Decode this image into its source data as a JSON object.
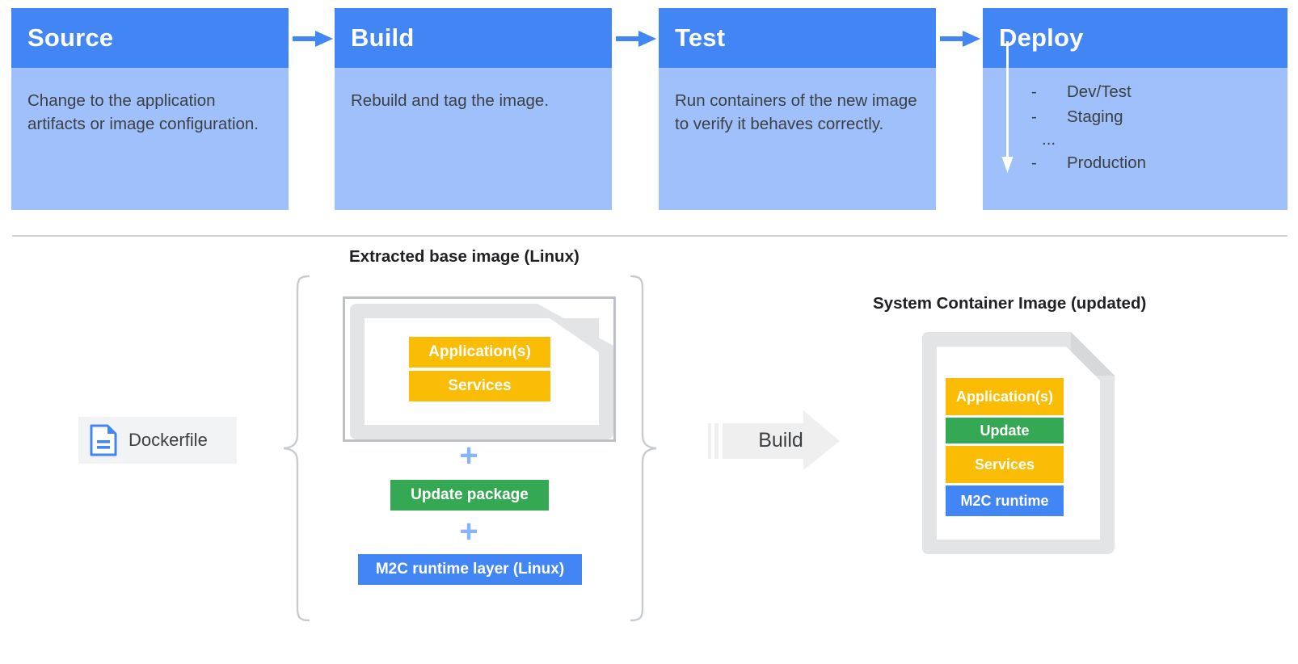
{
  "pipeline": {
    "arrow_icon": "arrow-right-icon",
    "stages": [
      {
        "title": "Source",
        "text": "Change to the application artifacts or image configuration."
      },
      {
        "title": "Build",
        "text": "Rebuild and tag the image."
      },
      {
        "title": "Test",
        "text": "Run containers of the new image to verify it behaves correctly."
      },
      {
        "title": "Deploy",
        "text": "",
        "list": [
          {
            "dash": "-",
            "label": "Dev/Test"
          },
          {
            "dash": "-",
            "label": "Staging"
          },
          {
            "dash": "",
            "label": "..."
          },
          {
            "dash": "-",
            "label": "Production"
          }
        ],
        "down_arrow_icon": "arrow-down-icon"
      }
    ]
  },
  "build_diagram": {
    "left_caption": "Extracted base image (Linux)",
    "right_caption": "System Container Image (updated)",
    "dockerfile": {
      "label": "Dockerfile",
      "icon": "document-icon"
    },
    "base_image_layers": [
      {
        "label": "Application(s)",
        "color": "#FBBC05"
      },
      {
        "label": "Services",
        "color": "#FBBC05"
      }
    ],
    "plus_symbol": "+",
    "added_layers": [
      {
        "label": "Update package",
        "color": "#34A853"
      },
      {
        "label": "M2C runtime layer (Linux)",
        "color": "#4285F4"
      }
    ],
    "build_arrow": {
      "label": "Build",
      "icon": "arrow-right-block-icon"
    },
    "result_layers": [
      {
        "label": "Application(s)",
        "color": "#FBBC05"
      },
      {
        "label": "Update",
        "color": "#34A853"
      },
      {
        "label": "Services",
        "color": "#FBBC05"
      },
      {
        "label": "M2C runtime",
        "color": "#4285F4"
      }
    ],
    "brace_icon": "curly-brace-icon"
  },
  "colors": {
    "header_blue": "#4285F4",
    "body_blue": "#A0C0FC",
    "amber": "#FBBC05",
    "green": "#34A853",
    "blue": "#4285F4",
    "plus_blue": "#8AB4F8",
    "grey_doc": "#E3E4E6",
    "divider": "#D0D3D6"
  }
}
